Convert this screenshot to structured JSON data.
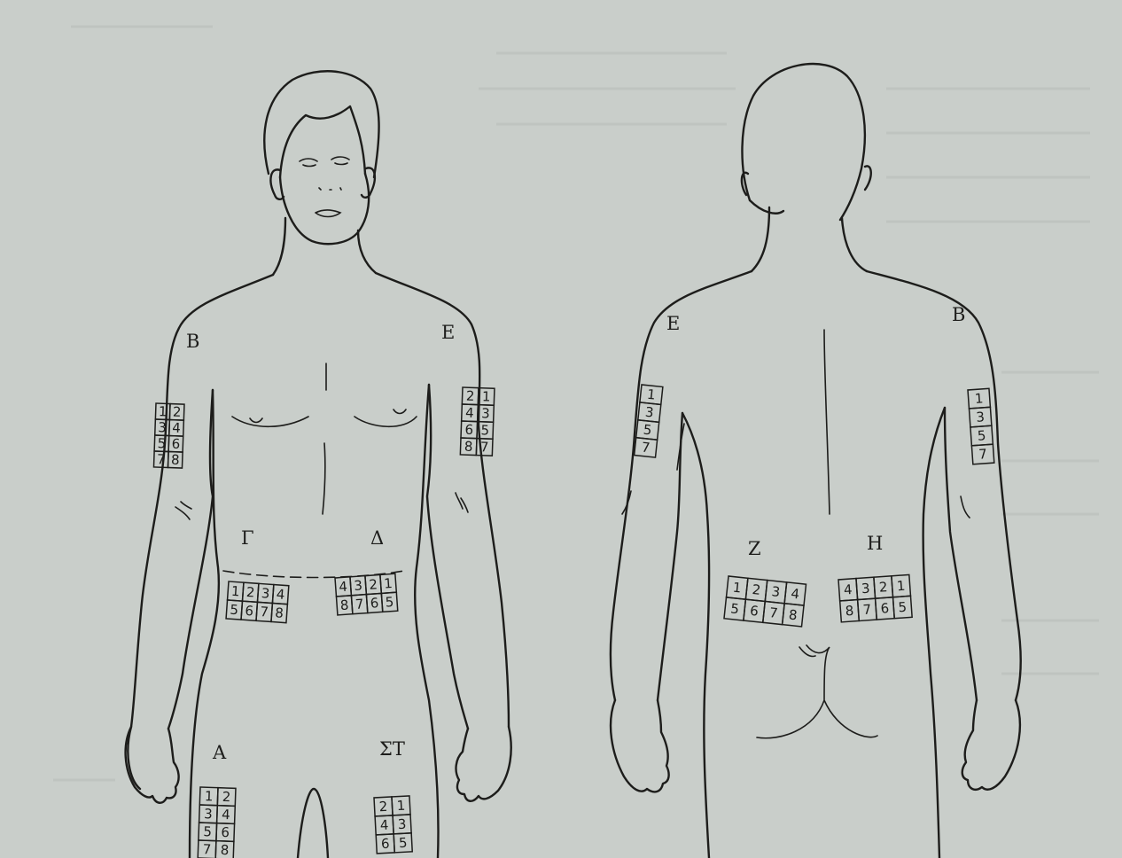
{
  "front": {
    "labels": {
      "B": "B",
      "E": "E",
      "Gamma": "Γ",
      "Delta": "Δ",
      "A": "A",
      "ST": "ΣΤ"
    },
    "right_arm_grid": [
      [
        "1",
        "2"
      ],
      [
        "3",
        "4"
      ],
      [
        "5",
        "6"
      ],
      [
        "7",
        "8"
      ]
    ],
    "left_arm_grid": [
      [
        "2",
        "1"
      ],
      [
        "4",
        "3"
      ],
      [
        "6",
        "5"
      ],
      [
        "8",
        "7"
      ]
    ],
    "abdomen_right_grid": [
      [
        "1",
        "2",
        "3",
        "4"
      ],
      [
        "5",
        "6",
        "7",
        "8"
      ]
    ],
    "abdomen_left_grid": [
      [
        "4",
        "3",
        "2",
        "1"
      ],
      [
        "8",
        "7",
        "6",
        "5"
      ]
    ],
    "thigh_right_grid": [
      [
        "1",
        "2"
      ],
      [
        "3",
        "4"
      ],
      [
        "5",
        "6"
      ],
      [
        "7",
        "8"
      ]
    ],
    "thigh_left_grid": [
      [
        "2",
        "1"
      ],
      [
        "4",
        "3"
      ],
      [
        "6",
        "5"
      ]
    ]
  },
  "back": {
    "labels": {
      "E": "E",
      "B": "B",
      "Z": "Z",
      "H": "H"
    },
    "left_arm_grid": [
      "1",
      "3",
      "5",
      "7"
    ],
    "right_arm_grid": [
      "1",
      "3",
      "5",
      "7"
    ],
    "buttock_left_grid": [
      [
        "1",
        "2",
        "3",
        "4"
      ],
      [
        "5",
        "6",
        "7",
        "8"
      ]
    ],
    "buttock_right_grid": [
      [
        "4",
        "3",
        "2",
        "1"
      ],
      [
        "8",
        "7",
        "6",
        "5"
      ]
    ]
  },
  "colors": {
    "paper": "#c9ceca",
    "ink": "#1d1d1b"
  }
}
